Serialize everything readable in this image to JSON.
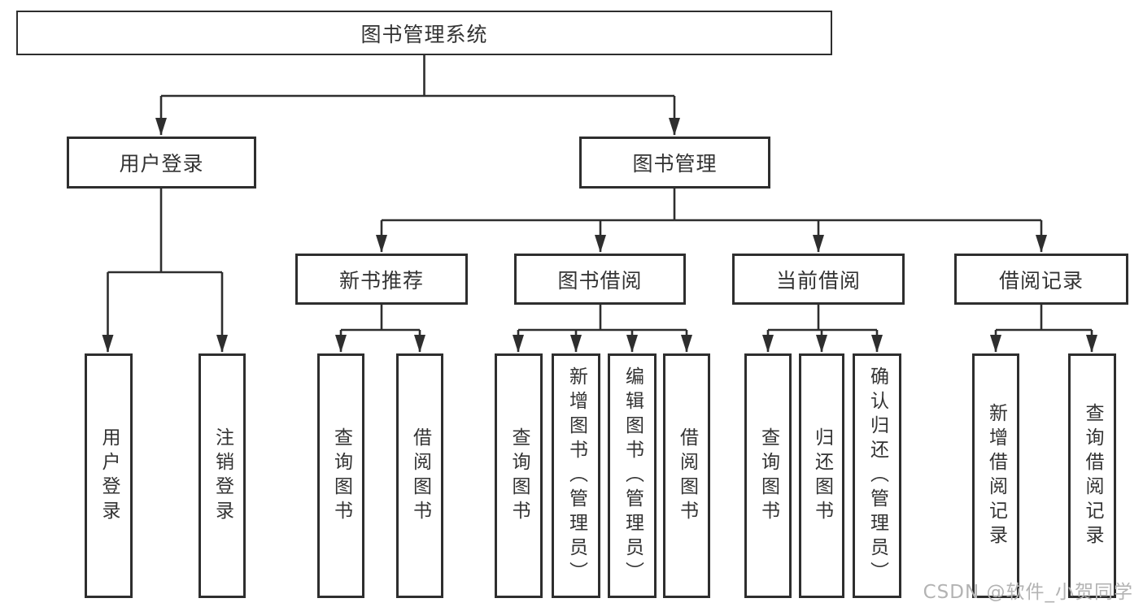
{
  "diagram": {
    "title_node": "图书管理系统",
    "root": {
      "label": "图书管理系统"
    },
    "level2": [
      {
        "label": "用户登录"
      },
      {
        "label": "图书管理"
      }
    ],
    "level3": [
      {
        "label": "新书推荐",
        "parent": "图书管理"
      },
      {
        "label": "图书借阅",
        "parent": "图书管理"
      },
      {
        "label": "当前借阅",
        "parent": "图书管理"
      },
      {
        "label": "借阅记录",
        "parent": "图书管理"
      }
    ],
    "leaves": [
      {
        "label": "用户登录",
        "parent": "用户登录"
      },
      {
        "label": "注销登录",
        "parent": "用户登录"
      },
      {
        "label": "查询图书",
        "parent": "新书推荐"
      },
      {
        "label": "借阅图书",
        "parent": "新书推荐"
      },
      {
        "label": "查询图书",
        "parent": "图书借阅"
      },
      {
        "label": "新增图书（管理员）",
        "parent": "图书借阅"
      },
      {
        "label": "编辑图书（管理员）",
        "parent": "图书借阅"
      },
      {
        "label": "借阅图书",
        "parent": "图书借阅"
      },
      {
        "label": "查询图书",
        "parent": "当前借阅"
      },
      {
        "label": "归还图书",
        "parent": "当前借阅"
      },
      {
        "label": "确认归还（管理员）",
        "parent": "当前借阅"
      },
      {
        "label": "新增借阅记录",
        "parent": "借阅记录"
      },
      {
        "label": "查询借阅记录",
        "parent": "借阅记录"
      }
    ]
  },
  "watermark": {
    "text": "CSDN @软件_小贺同学"
  },
  "colors": {
    "line": "#2e2e2e",
    "box_border": "#2e2e2e",
    "text": "#333333",
    "watermark": "#b3b3b3",
    "background": "#ffffff"
  }
}
